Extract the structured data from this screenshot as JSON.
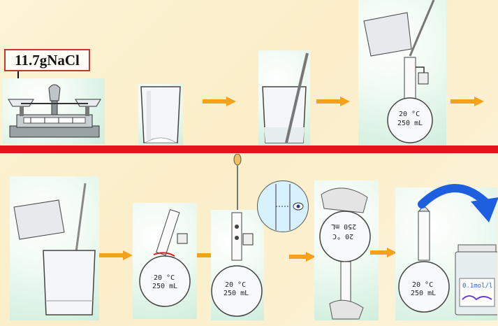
{
  "reagent_label": "11.7gNaCl",
  "flask_label": {
    "temp": "20 °C",
    "volume": "250 mL"
  },
  "bottle_label": "0.1mol/l",
  "colors": {
    "divider": "#e5131b",
    "arrow": "#f5a11d",
    "curve_arrow": "#1e5fe0",
    "panel_bg": "#d8f1e2"
  }
}
